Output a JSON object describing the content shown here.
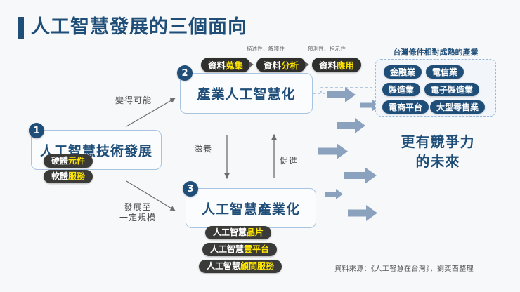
{
  "page": {
    "title": "人工智慧發展的三個面向",
    "accent_color": "#1f4e79",
    "background": "#f7f8f9",
    "arrow_color": "#8aa2be"
  },
  "flow": {
    "captions": [
      "描述性、解釋性",
      "預測性、指示性"
    ],
    "steps": [
      {
        "prefix": "資料",
        "highlight": "蒐集"
      },
      {
        "prefix": "資料",
        "highlight": "分析"
      },
      {
        "prefix": "資料",
        "highlight": "應用"
      }
    ]
  },
  "boxes": [
    {
      "number": "1",
      "title": "人工智慧技術發展",
      "pills": [
        {
          "prefix": "硬體",
          "highlight": "元件"
        },
        {
          "prefix": "軟體",
          "highlight": "服務"
        }
      ]
    },
    {
      "number": "2",
      "title": "產業人工智慧化",
      "pills": []
    },
    {
      "number": "3",
      "title": "人工智慧產業化",
      "pills": [
        {
          "prefix": "人工智慧",
          "highlight": "晶片"
        },
        {
          "prefix": "人工智慧",
          "highlight": "雲平台"
        },
        {
          "prefix": "人工智慧",
          "highlight": "顧問服務"
        }
      ]
    }
  ],
  "connectors": {
    "one_to_two": "變得可能",
    "one_to_three": "發展至\n一定規模",
    "one_to_three_line1": "發展至",
    "one_to_three_line2": "一定規模",
    "two_to_three": "滋養",
    "three_to_two": "促進"
  },
  "right_panel": {
    "title": "台灣條件相對成熟的產業",
    "industries": [
      "金融業",
      "電信業",
      "製造業",
      "電子製造業",
      "電商平台",
      "大型零售業"
    ]
  },
  "outcome": {
    "line1": "更有競爭力",
    "line2": "的未來"
  },
  "source": "資料來源：《人工智慧在台灣》，劉奕酉整理"
}
